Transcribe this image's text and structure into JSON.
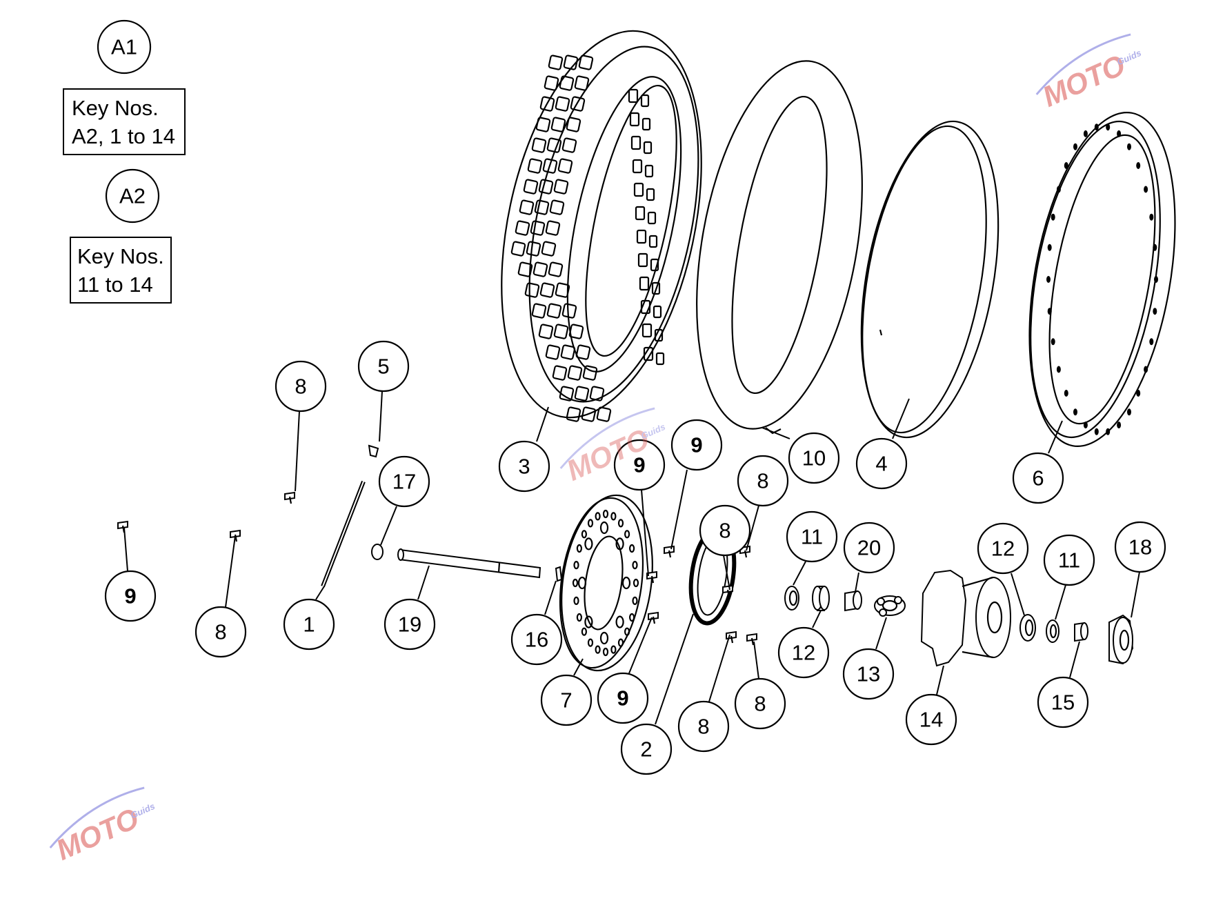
{
  "legend": {
    "a1_label": "A1",
    "a1_note_line1": "Key Nos.",
    "a1_note_line2": "A2, 1 to 14",
    "a2_label": "A2",
    "a2_note_line1": "Key Nos.",
    "a2_note_line2": "11 to 14"
  },
  "callouts": [
    {
      "id": "c3",
      "label": "3",
      "bold": false
    },
    {
      "id": "c10",
      "label": "10",
      "bold": false
    },
    {
      "id": "c4",
      "label": "4",
      "bold": false
    },
    {
      "id": "c6",
      "label": "6",
      "bold": false
    },
    {
      "id": "c8a",
      "label": "8",
      "bold": false
    },
    {
      "id": "c5",
      "label": "5",
      "bold": false
    },
    {
      "id": "c17",
      "label": "17",
      "bold": false
    },
    {
      "id": "c9a",
      "label": "9",
      "bold": true
    },
    {
      "id": "c9b",
      "label": "9",
      "bold": true
    },
    {
      "id": "c8b",
      "label": "8",
      "bold": false
    },
    {
      "id": "c8c",
      "label": "8",
      "bold": false
    },
    {
      "id": "c11a",
      "label": "11",
      "bold": false
    },
    {
      "id": "c20",
      "label": "20",
      "bold": false
    },
    {
      "id": "c12a",
      "label": "12",
      "bold": false
    },
    {
      "id": "c11b",
      "label": "11",
      "bold": false
    },
    {
      "id": "c18",
      "label": "18",
      "bold": false
    },
    {
      "id": "c9c",
      "label": "9",
      "bold": true
    },
    {
      "id": "c8d",
      "label": "8",
      "bold": false
    },
    {
      "id": "c1",
      "label": "1",
      "bold": false
    },
    {
      "id": "c19",
      "label": "19",
      "bold": false
    },
    {
      "id": "c16",
      "label": "16",
      "bold": false
    },
    {
      "id": "c7",
      "label": "7",
      "bold": false
    },
    {
      "id": "c9d",
      "label": "9",
      "bold": true
    },
    {
      "id": "c2",
      "label": "2",
      "bold": false
    },
    {
      "id": "c8e",
      "label": "8",
      "bold": false
    },
    {
      "id": "c8f",
      "label": "8",
      "bold": false
    },
    {
      "id": "c12b",
      "label": "12",
      "bold": false
    },
    {
      "id": "c13",
      "label": "13",
      "bold": false
    },
    {
      "id": "c14",
      "label": "14",
      "bold": false
    },
    {
      "id": "c15",
      "label": "15",
      "bold": false
    }
  ],
  "watermark": {
    "text": "MOTO",
    "subtext": "Guids",
    "accent_color": "#d9534f",
    "secondary_color": "#6f6fd8"
  }
}
